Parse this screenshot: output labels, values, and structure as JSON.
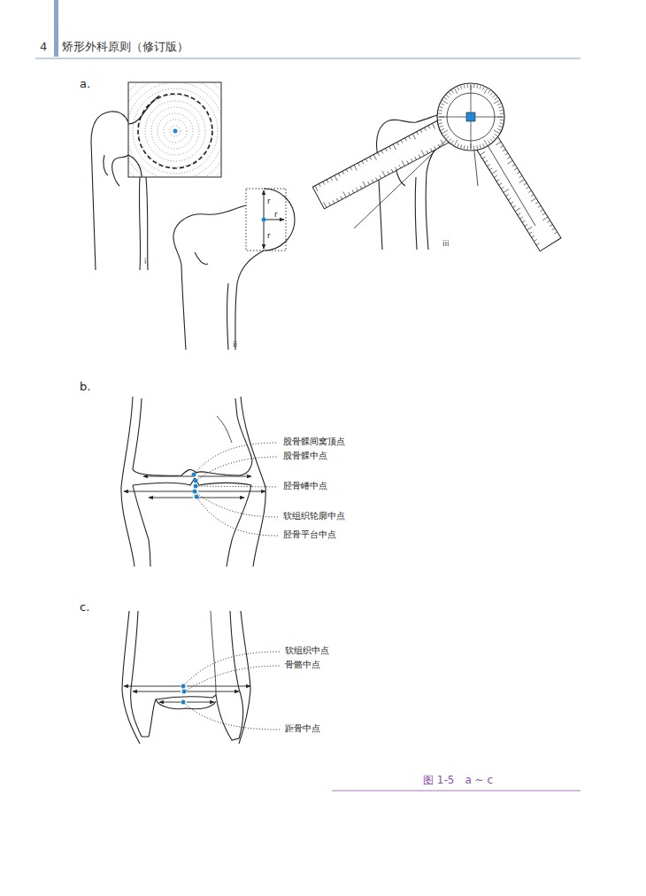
{
  "diagram": {
    "caption": "图 1-5　a ~ c",
    "labels": [
      "4",
      "矫形外科原则（修订版）",
      "a.",
      "i",
      "r",
      "r",
      "r",
      "ii",
      "iii",
      "b.",
      "股骨髁间窝顶点",
      "股骨髁中点",
      "胫骨嵴中点",
      "软组织轮廓中点",
      "胫骨平台中点",
      "c.",
      "软组织中点",
      "骨骼中点",
      "距骨中点"
    ]
  }
}
